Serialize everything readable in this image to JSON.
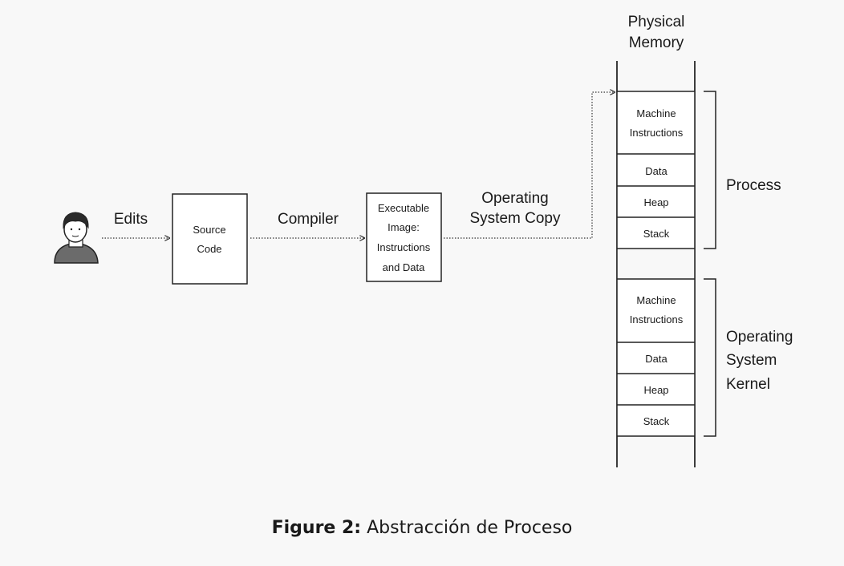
{
  "memory": {
    "title_line1": "Physical",
    "title_line2": "Memory",
    "process_segments": {
      "machine_line1": "Machine",
      "machine_line2": "Instructions",
      "data": "Data",
      "heap": "Heap",
      "stack": "Stack"
    },
    "kernel_segments": {
      "machine_line1": "Machine",
      "machine_line2": "Instructions",
      "data": "Data",
      "heap": "Heap",
      "stack": "Stack"
    }
  },
  "flow": {
    "edits": "Edits",
    "compiler": "Compiler",
    "os_copy_line1": "Operating",
    "os_copy_line2": "System Copy"
  },
  "boxes": {
    "source_line1": "Source",
    "source_line2": "Code",
    "exec_line1": "Executable",
    "exec_line2": "Image:",
    "exec_line3": "Instructions",
    "exec_line4": "and Data"
  },
  "brackets": {
    "process": "Process",
    "kernel_line1": "Operating",
    "kernel_line2": "System",
    "kernel_line3": "Kernel"
  },
  "caption": {
    "label": "Figure 2:",
    "text": "Abstracción de Proceso"
  }
}
